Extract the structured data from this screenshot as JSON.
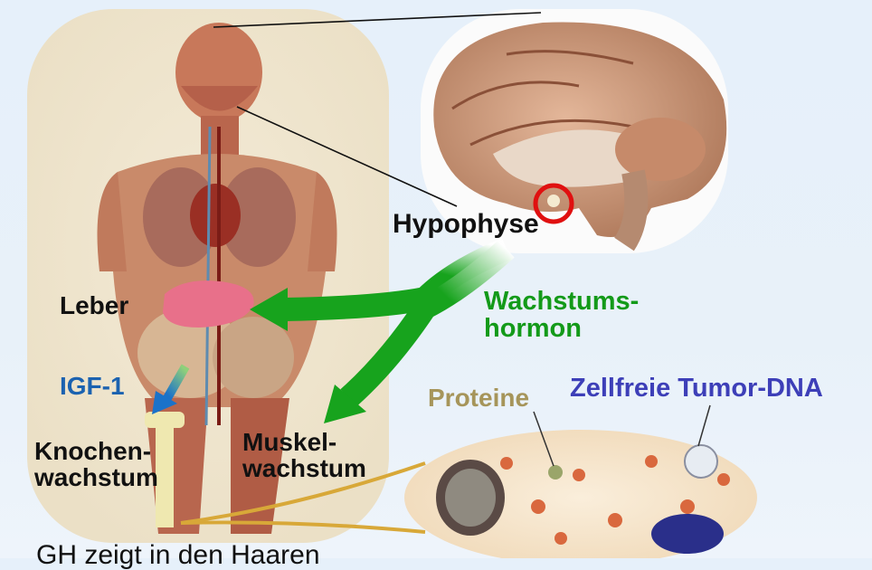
{
  "labels": {
    "hypophyse": "Hypophyse",
    "leber": "Leber",
    "igf": "IGF-1",
    "knochen_1": "Knochen-",
    "knochen_2": "wachstum",
    "muskel_1": "Muskel-",
    "muskel_2": "wachstum",
    "wachstums_1": "Wachstums-",
    "wachstums_2": "hormon",
    "proteine": "Proteine",
    "ctdna": "Zellfreie Tumor-DNA",
    "bottom_partial": "GH zeigt in den Haaren"
  },
  "colors": {
    "arrow_green": "#17a31d",
    "arrow_blue": "#1b72c9",
    "connector_gold": "#d8a838",
    "highlight_red": "#e01010"
  }
}
